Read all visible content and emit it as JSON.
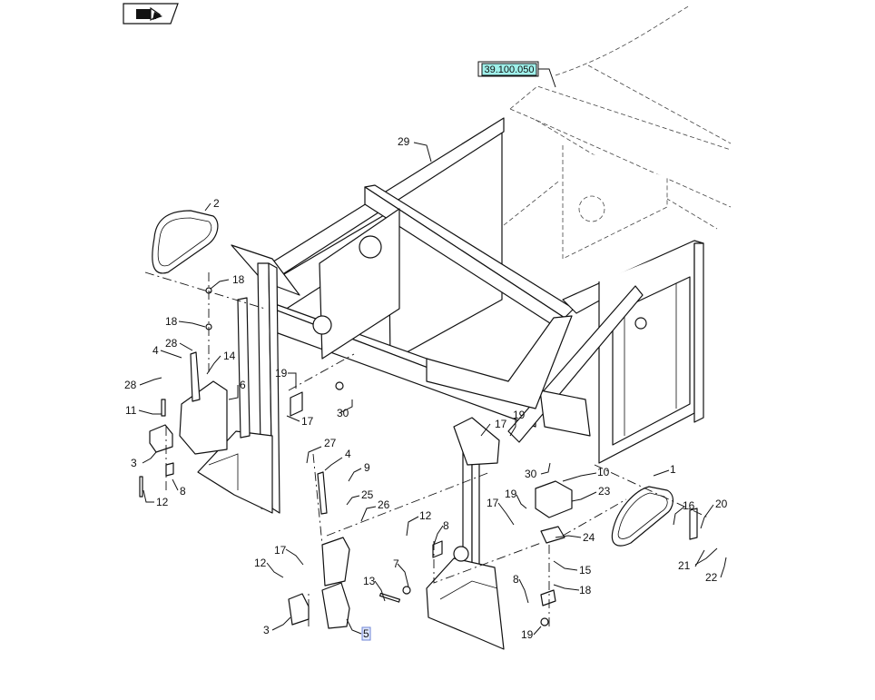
{
  "reference_link": {
    "label": "39.100.050"
  },
  "callouts": [
    {
      "id": "c29",
      "text": "29"
    },
    {
      "id": "c2",
      "text": "2"
    },
    {
      "id": "c18a",
      "text": "18"
    },
    {
      "id": "c18b",
      "text": "18"
    },
    {
      "id": "c28a",
      "text": "28"
    },
    {
      "id": "c4a",
      "text": "4"
    },
    {
      "id": "c14",
      "text": "14"
    },
    {
      "id": "c28b",
      "text": "28"
    },
    {
      "id": "c6",
      "text": "6"
    },
    {
      "id": "c11",
      "text": "11"
    },
    {
      "id": "c19a",
      "text": "19"
    },
    {
      "id": "c17a",
      "text": "17"
    },
    {
      "id": "c30a",
      "text": "30"
    },
    {
      "id": "c3a",
      "text": "3"
    },
    {
      "id": "c8a",
      "text": "8"
    },
    {
      "id": "c12a",
      "text": "12"
    },
    {
      "id": "c27",
      "text": "27"
    },
    {
      "id": "c4b",
      "text": "4"
    },
    {
      "id": "c9",
      "text": "9"
    },
    {
      "id": "c25",
      "text": "25"
    },
    {
      "id": "c26",
      "text": "26"
    },
    {
      "id": "c17b",
      "text": "17"
    },
    {
      "id": "c19b",
      "text": "19"
    },
    {
      "id": "c30b",
      "text": "30"
    },
    {
      "id": "c10",
      "text": "10"
    },
    {
      "id": "c1",
      "text": "1"
    },
    {
      "id": "c19c",
      "text": "19"
    },
    {
      "id": "c17c",
      "text": "17"
    },
    {
      "id": "c23",
      "text": "23"
    },
    {
      "id": "c16",
      "text": "16"
    },
    {
      "id": "c20",
      "text": "20"
    },
    {
      "id": "c12b",
      "text": "12"
    },
    {
      "id": "c8b",
      "text": "8"
    },
    {
      "id": "c24",
      "text": "24"
    },
    {
      "id": "c17d",
      "text": "17"
    },
    {
      "id": "c12c",
      "text": "12"
    },
    {
      "id": "c7",
      "text": "7"
    },
    {
      "id": "c15",
      "text": "15"
    },
    {
      "id": "c21",
      "text": "21"
    },
    {
      "id": "c22",
      "text": "22"
    },
    {
      "id": "c13",
      "text": "13"
    },
    {
      "id": "c8c",
      "text": "8"
    },
    {
      "id": "c18c",
      "text": "18"
    },
    {
      "id": "c3b",
      "text": "3"
    },
    {
      "id": "c5",
      "text": "5"
    },
    {
      "id": "c19d",
      "text": "19"
    }
  ],
  "icons": {
    "nav": "book-arrow-icon"
  },
  "colors": {
    "reference_highlight": "#9ff0ea",
    "selected_callout": "#dfe8ff"
  }
}
